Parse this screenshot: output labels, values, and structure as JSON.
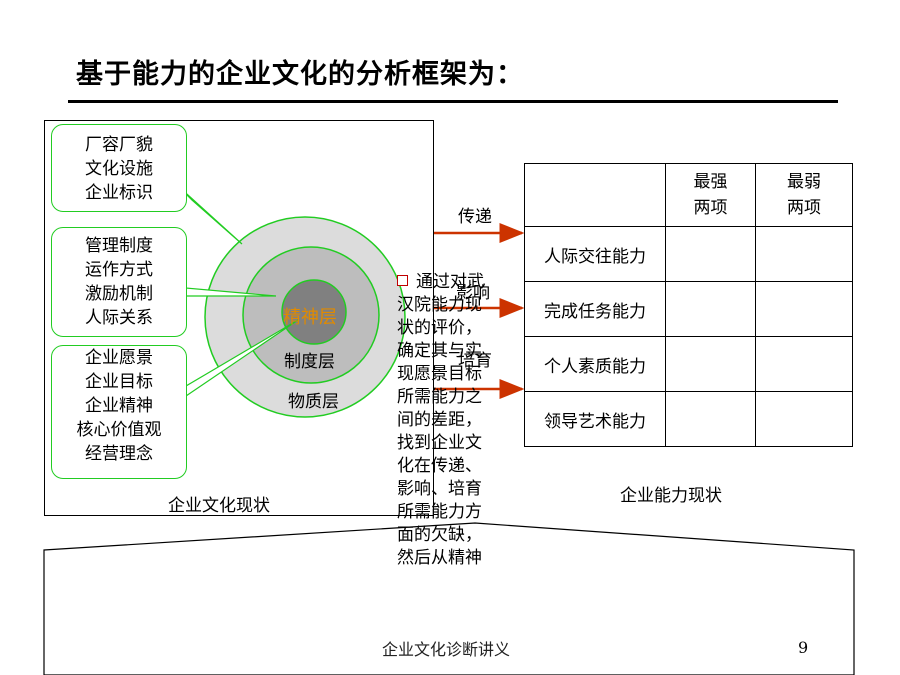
{
  "title": "基于能力的企业文化的分析框架为：",
  "callouts": [
    {
      "lines": [
        "厂容厂貌",
        "文化设施",
        "企业标识"
      ]
    },
    {
      "lines": [
        "管理制度",
        "运作方式",
        "激励机制",
        "人际关系"
      ]
    },
    {
      "lines": [
        "企业愿景",
        "企业目标",
        "企业精神",
        "核心价值观",
        "经营理念"
      ]
    }
  ],
  "circles": {
    "inner": "精神层",
    "middle": "制度层",
    "outer": "物质层"
  },
  "left_caption": "企业文化现状",
  "right_caption": "企业能力现状",
  "arrows": [
    "传递",
    "影响",
    "培育"
  ],
  "table": {
    "header": [
      "",
      "最强\n两项",
      "最弱\n两项"
    ],
    "rows": [
      "人际交往能力",
      "完成任务能力",
      "个人素质能力",
      "领导艺术能力"
    ]
  },
  "note": "通过对武汉院能力现状的评价，确定其与实现愿景目标所需能力之间的差距，找到企业文化在传递、影响、培育所需能力方面的欠缺，然后从精神",
  "footer": "企业文化诊断讲义",
  "page_number": "9",
  "colors": {
    "callout_border": "#22cc22",
    "arrow": "#cc3300",
    "outer_circle": "#dcdcdc",
    "middle_circle": "#bdbdbd",
    "inner_circle": "#808080",
    "inner_text": "#e08a00"
  }
}
